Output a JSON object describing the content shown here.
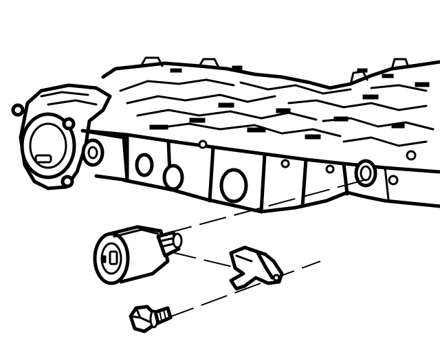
{
  "diagram": {
    "type": "exploded-view line drawing",
    "colors": {
      "ink": "#000000",
      "background": "#ffffff"
    },
    "parts": [
      {
        "id": "valve-body",
        "icon": "valve-body-icon"
      },
      {
        "id": "accumulator-housing",
        "icon": "round-housing-icon"
      },
      {
        "id": "solenoid",
        "icon": "solenoid-icon"
      },
      {
        "id": "retainer-clip",
        "icon": "bracket-clip-icon"
      },
      {
        "id": "bolt",
        "icon": "bolt-icon"
      }
    ]
  }
}
